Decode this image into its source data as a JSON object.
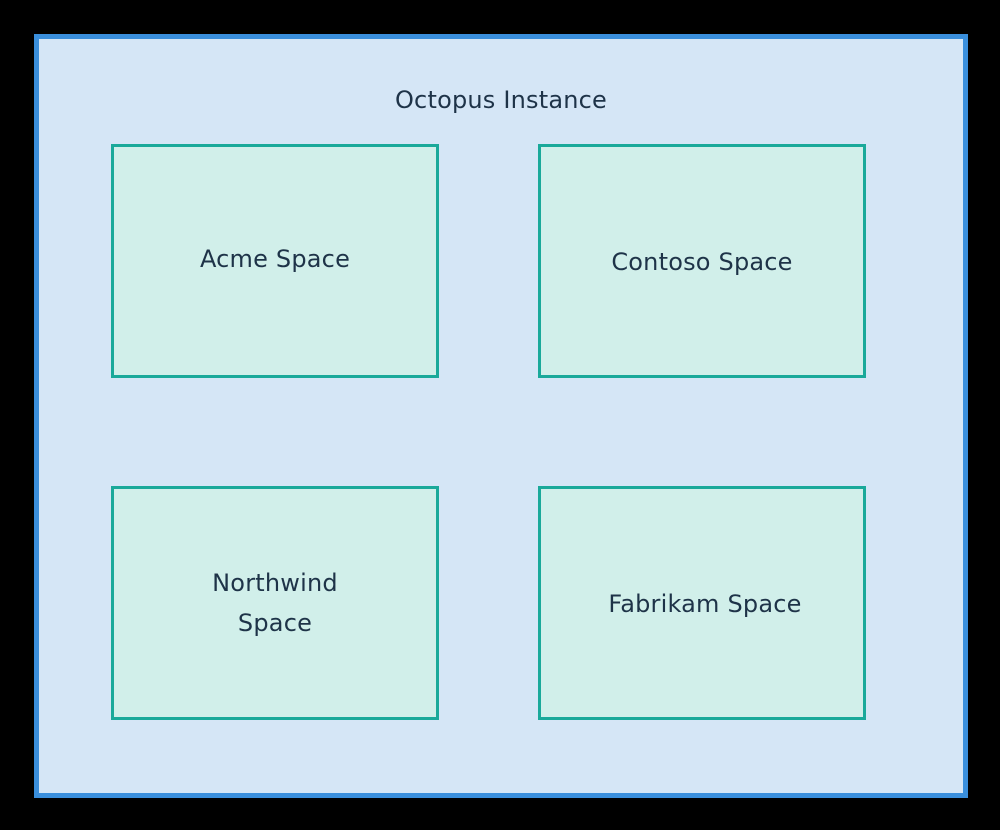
{
  "diagram": {
    "instance_title": "Octopus Instance",
    "spaces": [
      {
        "label": "Acme Space"
      },
      {
        "label": "Contoso Space"
      },
      {
        "label": "Northwind Space"
      },
      {
        "label": "Fabrikam Space"
      }
    ]
  },
  "colors": {
    "background": "#000000",
    "instance_fill": "#d5e6f6",
    "instance_border": "#3a8fdc",
    "space_fill": "#d1efea",
    "space_border": "#1aa99a",
    "text": "#1e3348"
  }
}
